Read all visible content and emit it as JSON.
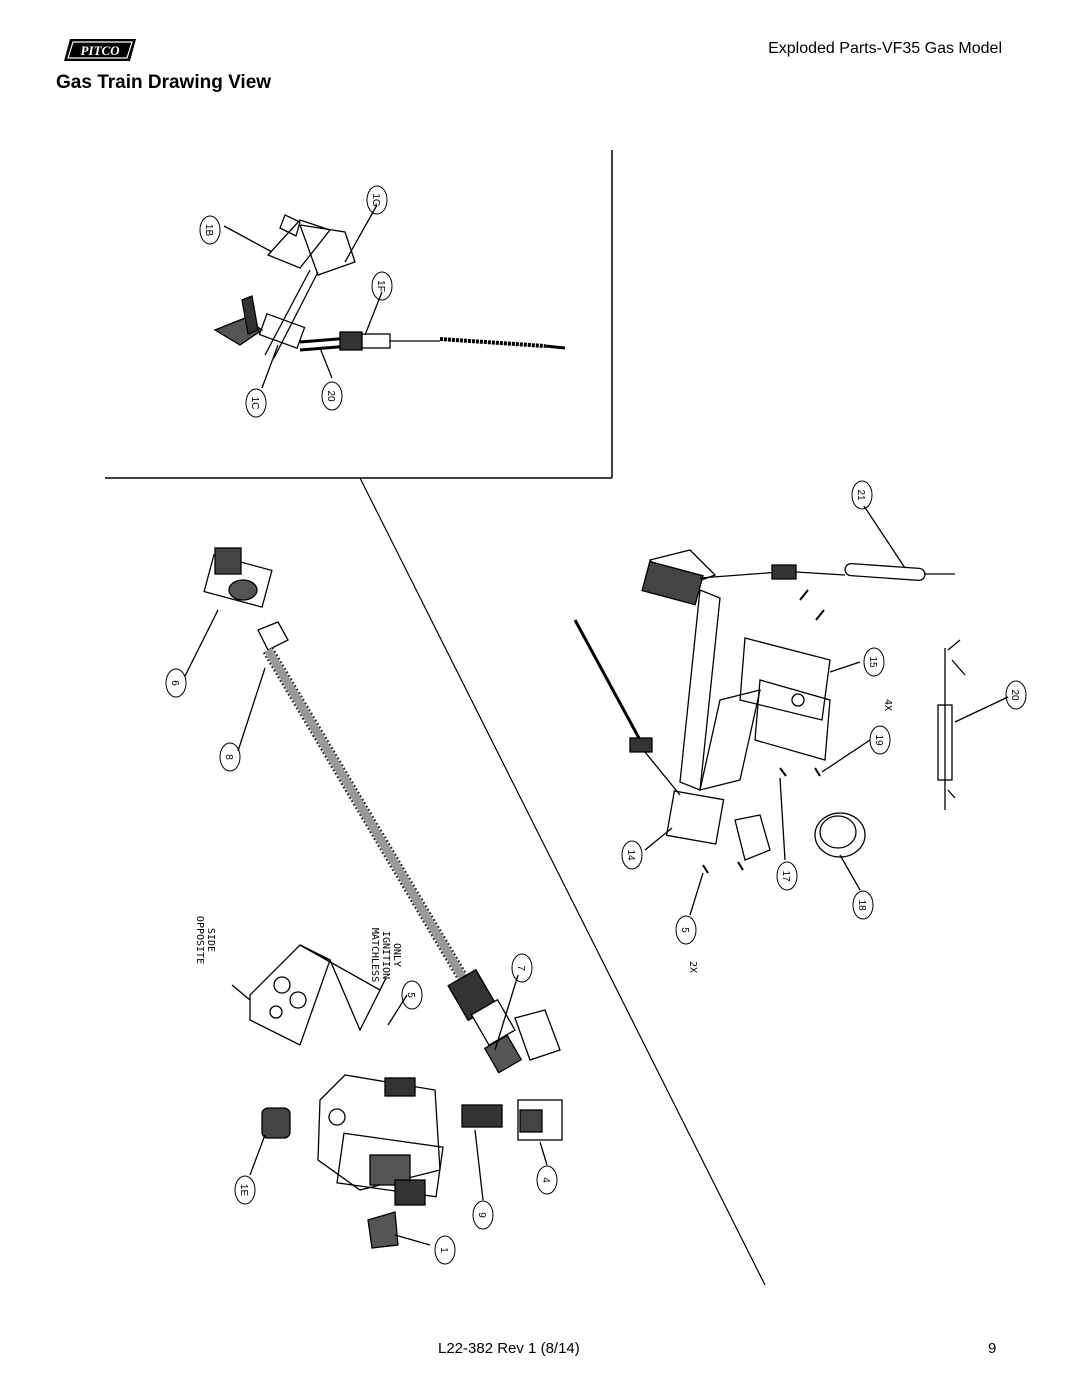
{
  "header": {
    "logo_text": "PITCO",
    "doc_title": "Exploded Parts-VF35 Gas Model",
    "section_title": "Gas Train Drawing View"
  },
  "callouts": {
    "c1B": "1B",
    "c1G": "1G",
    "c1F": "1F",
    "c1C": "1C",
    "c20a": "20",
    "c21": "21",
    "c15": "15",
    "c20b": "20",
    "c19": "19",
    "c14": "14",
    "c17": "17",
    "c18": "18",
    "c5a": "5",
    "c6": "6",
    "c8": "8",
    "c7": "7",
    "c5b": "5",
    "c1E": "1E",
    "c9": "9",
    "c4": "4",
    "c1": "1"
  },
  "notes": {
    "qty_4x": "4X",
    "qty_2x": "2X",
    "opposite_side_1": "OPPOSITE",
    "opposite_side_2": "SIDE",
    "matchless_1": "MATCHLESS",
    "matchless_2": "IGNITION",
    "matchless_3": "ONLY"
  },
  "footer": {
    "doc_code": "L22-382 Rev 1  (8/14)",
    "page_number": "9"
  }
}
